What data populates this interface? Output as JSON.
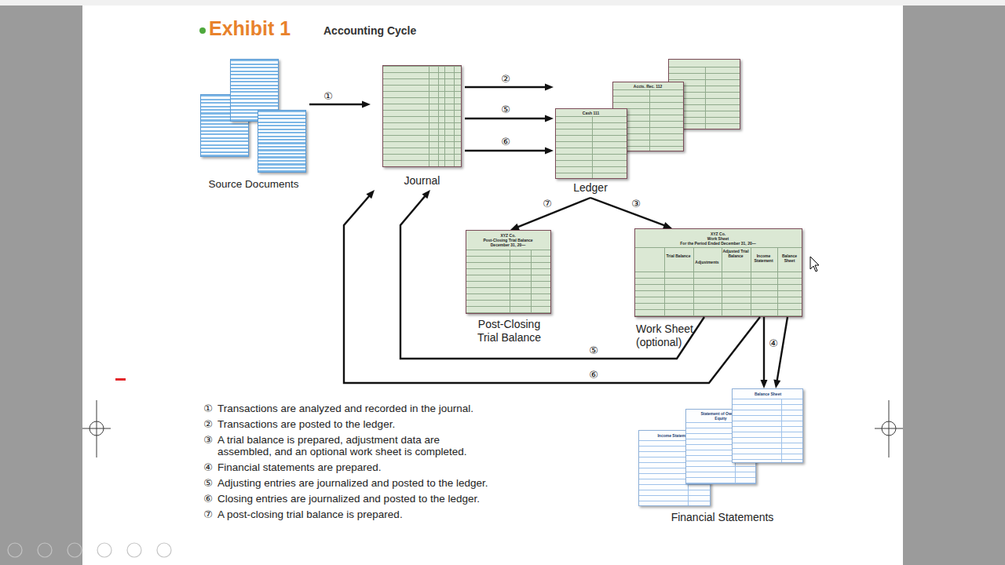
{
  "diagram": {
    "title": "Exhibit 1",
    "nodes": [
      {
        "text": [
          "Source Documents"
        ]
      },
      {
        "text": [
          "Journal"
        ]
      },
      {
        "text": [
          "Ledger"
        ]
      },
      {
        "text": [
          "Cash 111"
        ],
        "in": 2
      },
      {
        "text": [
          "Accts. Rec. 112"
        ],
        "in": 2
      },
      {
        "text": [
          "XYZ Co.",
          "Post-Closing Trial Balance",
          "December 31, 20—",
          "Post-Closing Trial Balance"
        ]
      },
      {
        "text": [
          "XYZ Co.",
          "Work Sheet",
          "For the Period Ended December 31, 20—",
          "Work Sheet (optional)"
        ]
      },
      {
        "text": [
          "Financial Statements"
        ]
      },
      {
        "text": [
          "Income Statement"
        ],
        "in": 7
      },
      {
        "text": [
          "Statement of Owner's Equity"
        ],
        "in": 7
      },
      {
        "text": [
          "Balance Sheet"
        ],
        "in": 7
      }
    ],
    "edges": [
      {
        "from": 0,
        "to": 1,
        "arrow": "to",
        "label": "①"
      },
      {
        "from": 1,
        "to": 2,
        "arrow": "to",
        "label": "②"
      },
      {
        "from": 1,
        "to": 2,
        "arrow": "to",
        "label": "⑤"
      },
      {
        "from": 1,
        "to": 2,
        "arrow": "to",
        "label": "⑥"
      },
      {
        "from": 2,
        "to": 5,
        "arrow": "to",
        "label": "⑦"
      },
      {
        "from": 2,
        "to": 6,
        "arrow": "to",
        "label": "③"
      },
      {
        "from": 6,
        "to": 10,
        "arrow": "to"
      },
      {
        "from": 6,
        "to": 10,
        "arrow": "to",
        "label": "④"
      },
      {
        "from": 6,
        "to": 1,
        "arrow": "to",
        "label": "⑤"
      },
      {
        "from": 6,
        "to": 1,
        "arrow": "to",
        "label": "⑥"
      }
    ],
    "labels": [
      "Accounting Cycle",
      "Trial Balance",
      "Adjustments",
      "Adjusted Trial Balance",
      "Income Statement",
      "Balance Sheet",
      "①",
      "Transactions are analyzed and recorded in the journal.",
      "②",
      "Transactions are posted to the ledger.",
      "③",
      "A trial balance is prepared, adjustment data are assembled, and an optional work sheet is completed.",
      "④",
      "Financial statements are prepared.",
      "⑤",
      "Adjusting entries are journalized and posted to the ledger.",
      "⑥",
      "Closing entries are journalized and posted to the ledger.",
      "⑦",
      "A post-closing trial balance is prepared."
    ]
  }
}
